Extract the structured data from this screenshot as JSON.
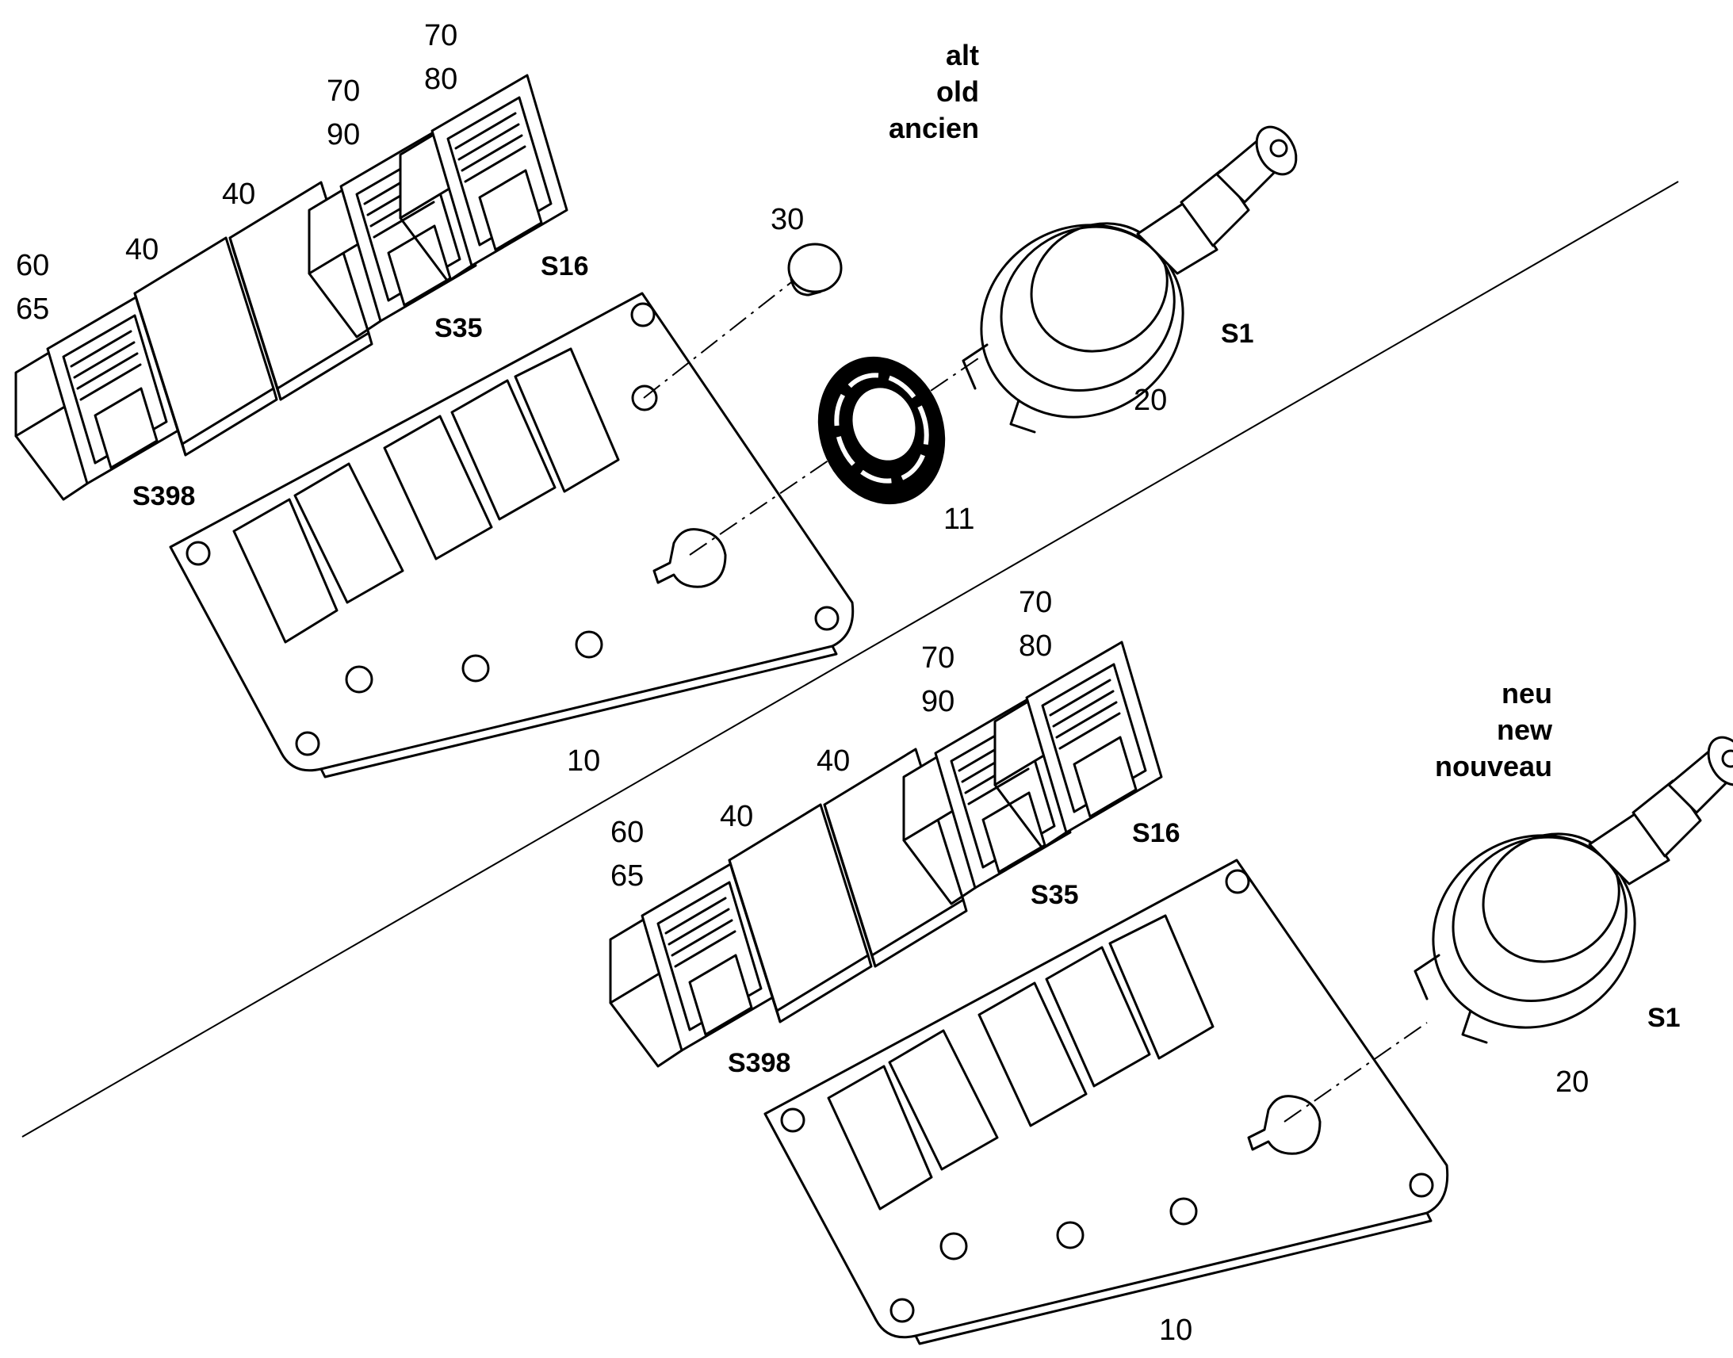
{
  "variants": {
    "old": {
      "line1": "alt",
      "line2": "old",
      "line3": "ancien"
    },
    "new": {
      "line1": "neu",
      "line2": "new",
      "line3": "nouveau"
    }
  },
  "old_assembly": {
    "plate": "10",
    "ring": "11",
    "key_switch_pos": "20",
    "key_switch_ref": "S1",
    "plug": "30",
    "blank_a": "40",
    "blank_b": "40",
    "switch_s398_pos1": "60",
    "switch_s398_pos2": "65",
    "switch_s398_ref": "S398",
    "switch_s35_pos1": "70",
    "switch_s35_pos2": "90",
    "switch_s35_ref": "S35",
    "switch_s16_pos1": "70",
    "switch_s16_pos2": "80",
    "switch_s16_ref": "S16"
  },
  "new_assembly": {
    "plate": "10",
    "key_switch_pos": "20",
    "key_switch_ref": "S1",
    "blank_a": "40",
    "blank_b": "40",
    "switch_s398_pos1": "60",
    "switch_s398_pos2": "65",
    "switch_s398_ref": "S398",
    "switch_s35_pos1": "70",
    "switch_s35_pos2": "90",
    "switch_s35_ref": "S35",
    "switch_s16_pos1": "70",
    "switch_s16_pos2": "80",
    "switch_s16_ref": "S16"
  }
}
